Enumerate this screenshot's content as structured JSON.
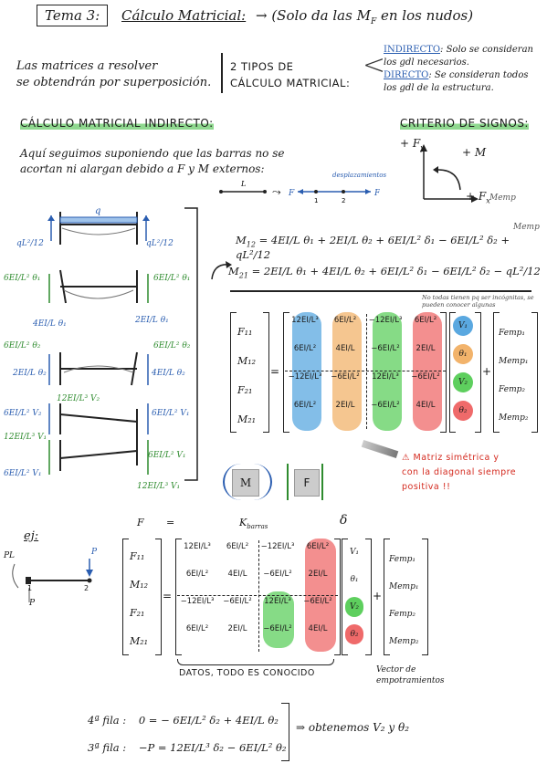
{
  "header": {
    "tema": "Tema 3:",
    "title": "Cálculo Matricial:",
    "subtitle": "→ (Solo da las M",
    "subtitle_sub": "F",
    "subtitle_end": "en los nudos)"
  },
  "intro": {
    "line1": "Las matrices a resolver",
    "line2": "se obtendrán por superposición.",
    "types_1": "2 TIPOS DE",
    "types_2": "CÁLCULO MATRICIAL:",
    "indirecto_label": "INDIRECTO",
    "indirecto_text": ": Solo se consideran",
    "indirecto_text2": "los gdl necesarios.",
    "directo_label": "DIRECTO",
    "directo_text": ": Se consideran todos",
    "directo_text2": "los gdl de la estructura."
  },
  "section1": {
    "title": "CÁLCULO MATRICIAL INDIRECTO:",
    "criterio": "CRITERIO DE SIGNOS:",
    "text1": "Aquí seguimos suponiendo que las barras no se",
    "text2": "acortan ni alargan debido a F y M externos:",
    "desplazamiento": "desplazamientos",
    "fy": "+ F",
    "fy_sub": "y",
    "m": "+ M",
    "fx": "+ F",
    "fx_sub": "x",
    "memp1": "Memp",
    "memp2": "Memp"
  },
  "equations": {
    "m12_lhs": "M",
    "m12_sub": "12",
    "m12_rhs": "= 4EI/L θ₁ + 2EI/L θ₂ + 6EI/L² δ₁ − 6EI/L² δ₂ + qL²/12",
    "m21_lhs": "M",
    "m21_sub": "21",
    "m21_rhs": "= 2EI/L θ₁ + 4EI/L θ₂ + 6EI/L² δ₁ − 6EI/L² δ₂ − qL²/12",
    "note": "No todas tienen pq ser incógnitas, se pueden conocer algunas"
  },
  "matrix1": {
    "lhs": [
      "F₁₁",
      "M₁₂",
      "F₂₁",
      "M₂₁"
    ],
    "rows": [
      [
        "12EI/L³",
        "6EI/L²",
        "−12EI/L³",
        "6EI/L²"
      ],
      [
        "6EI/L²",
        "4EI/L",
        "−6EI/L²",
        "2EI/L"
      ],
      [
        "−12EI/L³",
        "−6EI/L²",
        "12EI/L³",
        "−6EI/L²"
      ],
      [
        "6EI/L²",
        "2EI/L",
        "−6EI/L²",
        "4EI/L"
      ]
    ],
    "vector": [
      "V₁",
      "θ₁",
      "V₂",
      "θ₂"
    ],
    "emp": [
      "Femp₁",
      "Memp₁",
      "Femp₂",
      "Memp₂"
    ],
    "col_colors": [
      "#5aa8e0",
      "#f2b36b",
      "#5ecf5e",
      "#ef6a6a"
    ]
  },
  "warning": {
    "line1": "Matriz simétrica y",
    "line2": "con la diagonal siempre",
    "line3": "positiva !!"
  },
  "legend": {
    "m": "M",
    "f": "F"
  },
  "beam_labels": {
    "q": "q",
    "ql2_left": "qL²/12",
    "ql2_right": "qL²/12",
    "r1a": "6EI/L² θ₁",
    "r1b": "6EI/L² θ₁",
    "r1c": "4EI/L θ₁",
    "r1d": "2EI/L θ₁",
    "r2a": "6EI/L² θ₂",
    "r2b": "6EI/L² θ₂",
    "r2c": "2EI/L θ₂",
    "r2d": "4EI/L θ₂",
    "r3a": "12EI/L³ V₂",
    "r3b": "6EI/L² V₂",
    "r3c": "6EI/L² V₁",
    "r4a": "12EI/L³ V₁",
    "r4b": "6EI/L² V₁",
    "r4c": "6EI/L² V₁",
    "r4d": "12EI/L³ V₁"
  },
  "example": {
    "title": "ej:",
    "pl": "PL",
    "p": "P",
    "p2": "P",
    "node1": "1",
    "node2": "2",
    "label_f": "F",
    "label_eq": "=",
    "label_k": "K",
    "label_k_sub": "barras",
    "label_delta": "δ",
    "lhs": [
      "F₁₁",
      "M₁₂",
      "F₂₁",
      "M₂₁"
    ],
    "vector": [
      "V₁",
      "θ₁",
      "V₂",
      "θ₂"
    ],
    "emp": [
      "Femp₁",
      "Memp₁",
      "Femp₂",
      "Memp₂"
    ],
    "datos": "DATOS, TODO ES CONOCIDO",
    "vector_emp": "Vector de",
    "vector_emp2": "empotramientos"
  },
  "final": {
    "row4_label": "4ª fila :",
    "row4_eq": "0 = − 6EI/L² δ₂ + 4EI/L θ₂",
    "row3_label": "3ª fila :",
    "row3_eq": "−P = 12EI/L³ δ₂ − 6EI/L² θ₂",
    "result": "⇒ obtenemos V₂ y θ₂"
  }
}
